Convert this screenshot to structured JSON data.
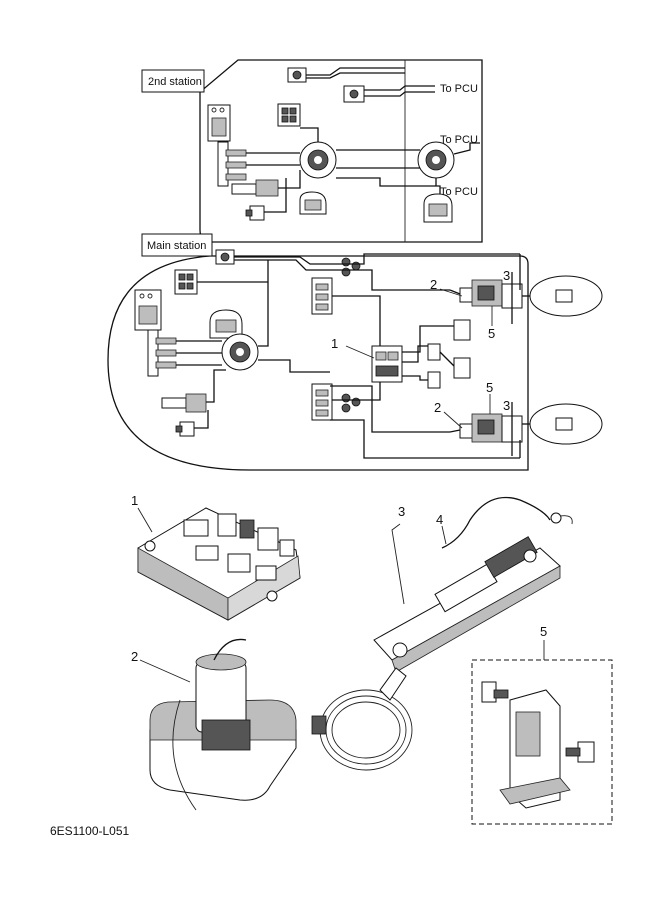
{
  "diagram": {
    "second_station_label": "2nd station",
    "main_station_label": "Main station",
    "to_pcu_1": "To PCU",
    "to_pcu_2": "To PCU",
    "to_pcu_3": "To PCU",
    "callouts_wiring": {
      "c1": "1",
      "c2a": "2",
      "c2b": "2",
      "c3a": "3",
      "c3b": "3",
      "c5a": "5",
      "c5b": "5"
    },
    "callouts_parts": {
      "p1": "1",
      "p2": "2",
      "p3": "3",
      "p4": "4",
      "p5": "5"
    },
    "drawing_code": "6ES1100-L051"
  }
}
